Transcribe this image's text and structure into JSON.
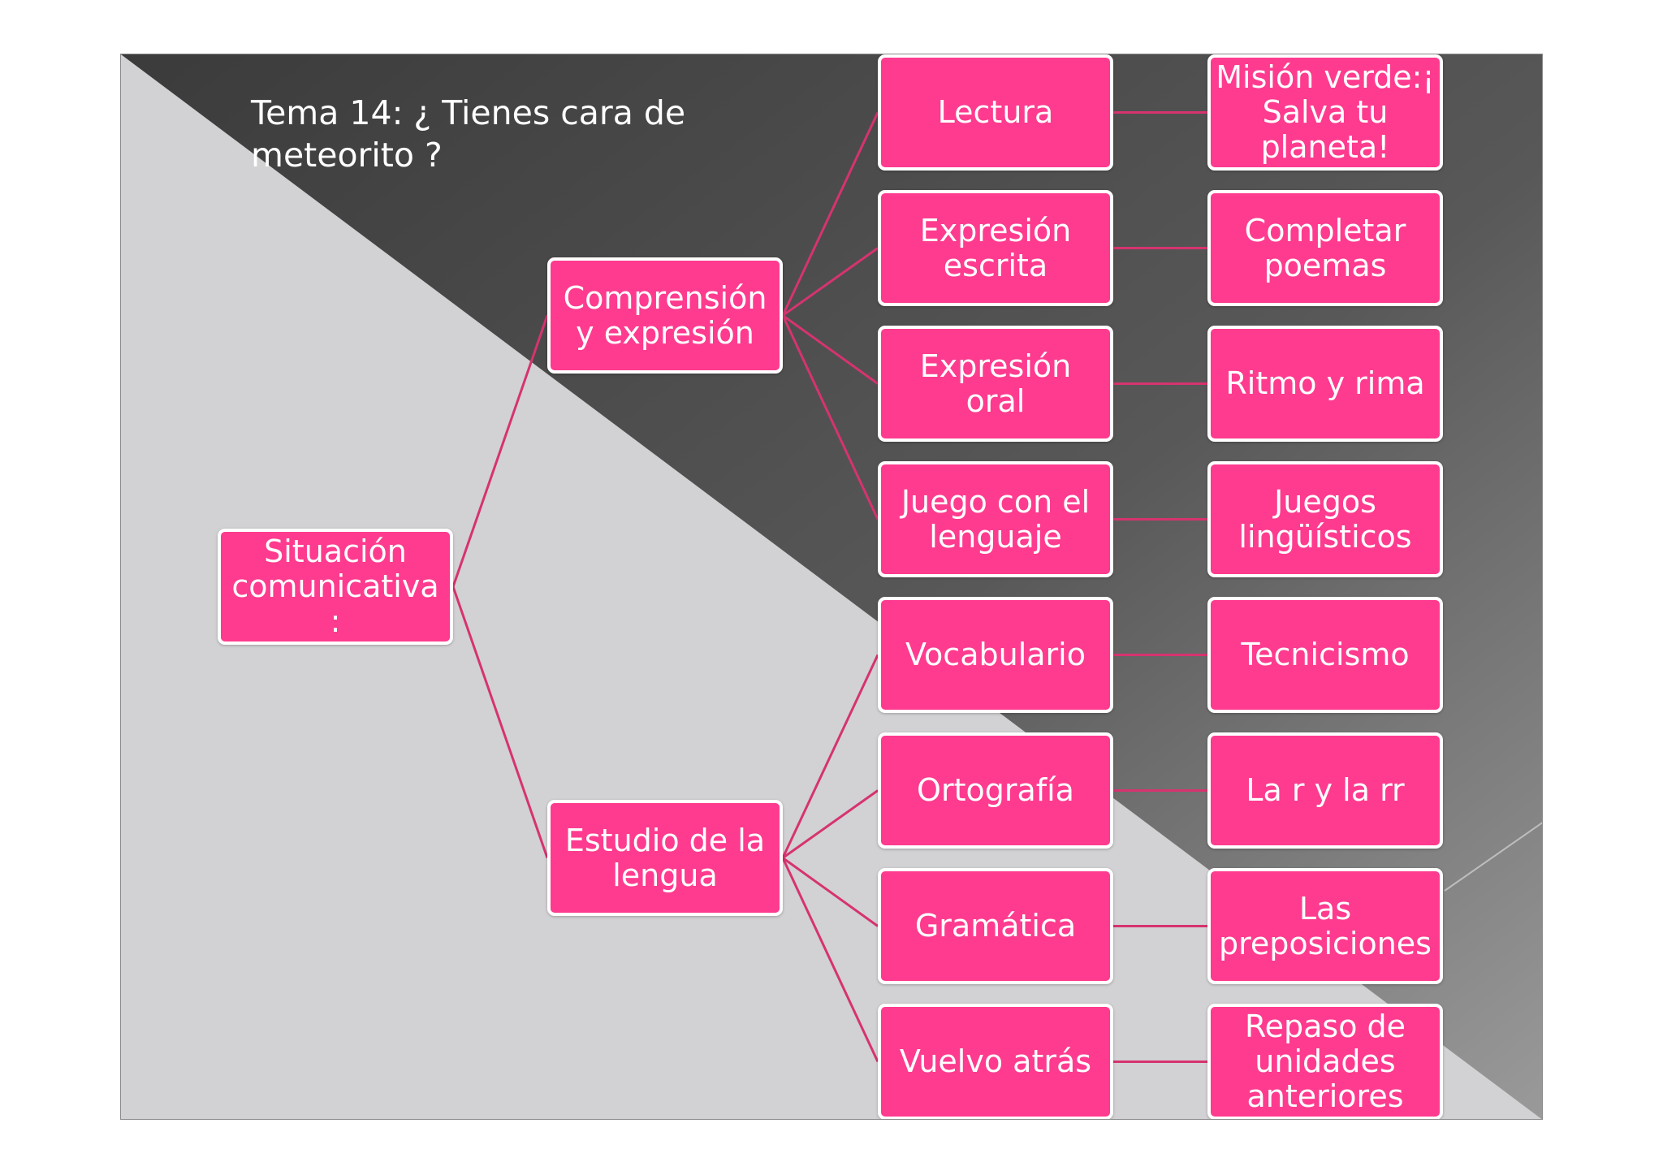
{
  "title": "Tema 14: ¿ Tienes cara de meteorito ?",
  "colors": {
    "node_fill": "#fe3b8f",
    "node_border": "#ffffff",
    "connector": "#d6336f",
    "background_dark": "#454545",
    "background_light": "#d2d1d3"
  },
  "diagram": {
    "root": {
      "label": "Situación comunicativa :"
    },
    "branches": [
      {
        "label": "Comprensión y expresión",
        "items": [
          {
            "label": "Lectura",
            "detail": "Misión verde:¡ Salva tu planeta!"
          },
          {
            "label": "Expresión escrita",
            "detail": "Completar poemas"
          },
          {
            "label": "Expresión oral",
            "detail": "Ritmo y rima"
          },
          {
            "label": "Juego con el lenguaje",
            "detail": "Juegos lingüísticos"
          }
        ]
      },
      {
        "label": "Estudio de la lengua",
        "items": [
          {
            "label": "Vocabulario",
            "detail": "Tecnicismo"
          },
          {
            "label": "Ortografía",
            "detail": "La r y la rr"
          },
          {
            "label": "Gramática",
            "detail": "Las preposiciones"
          },
          {
            "label": "Vuelvo atrás",
            "detail": "Repaso de unidades anteriores"
          }
        ]
      }
    ]
  }
}
